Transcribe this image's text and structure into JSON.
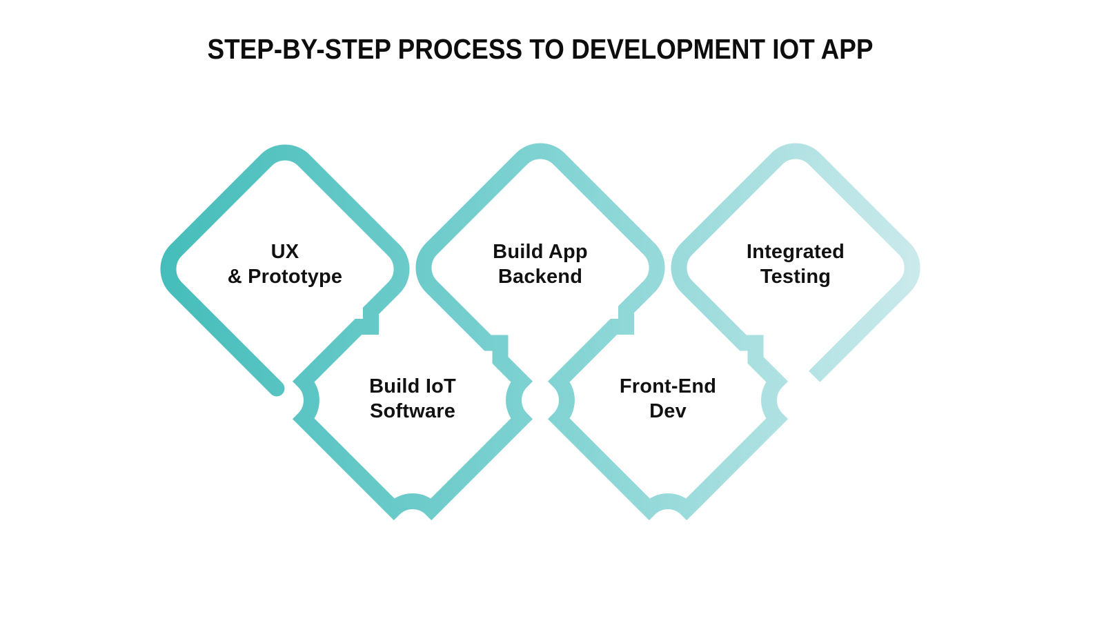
{
  "title": "STEP-BY-STEP PROCESS TO DEVELOPMENT IOT APP",
  "diagram": {
    "type": "process-chain",
    "description": "Five interlocked rounded diamond outlines forming a woven chain, gradient stroke from teal on the left to pale cyan on the right",
    "step_count": 5
  },
  "steps": [
    {
      "order": 1,
      "line1": "UX",
      "line2": "& Prototype",
      "row": "top"
    },
    {
      "order": 2,
      "line1": "Build IoT",
      "line2": "Software",
      "row": "bottom"
    },
    {
      "order": 3,
      "line1": "Build App",
      "line2": "Backend",
      "row": "top"
    },
    {
      "order": 4,
      "line1": "Front-End",
      "line2": "Dev",
      "row": "bottom"
    },
    {
      "order": 5,
      "line1": "Integrated",
      "line2": "Testing",
      "row": "top"
    }
  ],
  "colors": {
    "gradient_start": "#45BDBA",
    "gradient_mid": "#7FD2D2",
    "gradient_end": "#CCEAEC",
    "title_text": "#0D0D0D",
    "label_text": "#111111",
    "background": "#FFFFFF"
  }
}
